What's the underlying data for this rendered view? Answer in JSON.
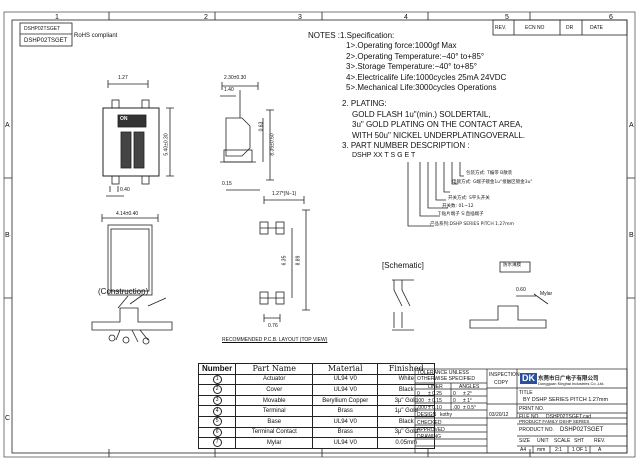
{
  "header": {
    "part_number_label": "DSHP02TSGET",
    "part_number_sub": "DSHP02TSGET",
    "rohs": "RoHS compliant"
  },
  "revision_block": {
    "rev": "REV.",
    "ecn": "ECN NO",
    "dr": "DR",
    "date": "DATE"
  },
  "zones": {
    "cols": [
      "1",
      "2",
      "3",
      "4",
      "5",
      "6"
    ],
    "rows": [
      "A",
      "B",
      "C"
    ]
  },
  "notes": {
    "heading": "NOTES :1.Specification:",
    "spec": [
      "1>.Operating force:1000gf Max",
      "2>.Operating Temperature:−40° to+85°",
      "3>.Storage Temperature:−40° to+85°",
      "4>.Electricalife Life:1000cycles 25mA 24VDC",
      "5>.Mechanical Life:3000cycles Operations"
    ],
    "plating_heading": "2. PLATING:",
    "plating": [
      "GOLD FLASH 1u\"(min.) SOLDERTAIL,",
      "3u\" GOLD PLATING  ON THE CONTACT AREA,",
      "WITH 50u\" NICKEL UNDERPLATINGOVERALL."
    ],
    "pn_heading": "3. PART NUMBER DESCRIPTION :",
    "pn_code": "DSHP XX T S G E T",
    "pn_legend": [
      "包装方式: T编带  B散装",
      "电镀方式: G端子镀金1u\"接触区镀金3u\"",
      "开关方式: S平头开关",
      "开关数: 01~12",
      "T:贴片端子 S:直插端子",
      "产品系列:DSHP SERIES PITCH 1.27mm"
    ]
  },
  "labels": {
    "schematic": "[Schematic]",
    "construction": "(Construction)",
    "pcb_layout": "RECOMMENDED P.C.B. LAYOUT (TOP VIEW)",
    "mylar": "Mylar",
    "on_mark": "ON",
    "callout_box": "防水薄膜"
  },
  "dims": {
    "d127": "1.27",
    "d230": "2.30±0.30",
    "d140": "1.40",
    "d063": "0.63",
    "d540": "5.40±0.30",
    "d835": "8.35±0.50",
    "d040": "0.40",
    "d015": "0.15",
    "d414": "4.14±0.40",
    "d127n": "1.27*(N−1)",
    "d635": "6.35",
    "d889": "8.89",
    "d076": "0.76",
    "d060": "0.60"
  },
  "bom": {
    "headers": [
      "Number",
      "Part Name",
      "Material",
      "Finished"
    ],
    "rows": [
      [
        "1",
        "Actuator",
        "UL94 V0",
        "White"
      ],
      [
        "2",
        "Cover",
        "UL94 V0",
        "Black"
      ],
      [
        "3",
        "Movable",
        "Beryllium Copper",
        "3μ\" Gold"
      ],
      [
        "4",
        "Terminal",
        "Brass",
        "1μ\" Gold"
      ],
      [
        "5",
        "Base",
        "UL94 V0",
        "Black"
      ],
      [
        "6",
        "Terminal Contact",
        "Brass",
        "3μ\" Gold"
      ],
      [
        "7",
        "Mylar",
        "UL94 V0",
        "0.05mm"
      ]
    ]
  },
  "title_block": {
    "tol_title": "TOLERANCE UNLESS OTHERWISE SPECIFIED",
    "linear": "LINER",
    "angles": "ANGLES",
    "tol_rows": [
      [
        "0",
        "± 0.25",
        "0",
        "± 2°"
      ],
      [
        ".00",
        "± 0.15",
        "0",
        "± 1°"
      ],
      [
        ".000",
        "± 0.10",
        ".00",
        "± 0.5°"
      ]
    ],
    "inspection": "INSPECTION",
    "copy": "COPY",
    "design_lbl": "DESIGN",
    "design_by": "kothy",
    "date_val": "03/20/12",
    "checked": "CHECKED",
    "approved": "APPROVED",
    "drawing": "DRAWING",
    "company_cn": "东莞市日广电子有限公司",
    "company_en": "Dongguan Kinghai Industries Co.,Ltd.",
    "title_lbl": "TITLE",
    "title_val": "BY DSHP SERIES PITCH 1.27mm",
    "print_no": "PRINT NO.",
    "file_no": "FILE NO.",
    "file_val": "DSHP02TSGET.cad",
    "family": "PRODUCT FAMILY  DSHP SERIES",
    "product_no": "PRODUCT NO.",
    "product_val": "DSHP02TSGET",
    "size": "SIZE",
    "size_val": "A4",
    "unit": "UNIT",
    "unit_val": "mm",
    "scale": "SCALE",
    "scale_val": "2:1",
    "sht": "SHT",
    "sht_val": "1 OF 1",
    "rev": "REV.",
    "rev_val": "A"
  }
}
